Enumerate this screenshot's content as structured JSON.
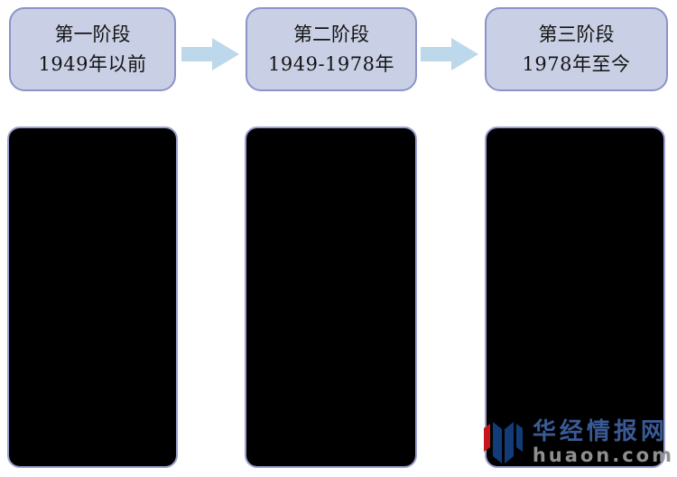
{
  "stages": [
    {
      "title": "第一阶段",
      "subtitle": "1949年以前"
    },
    {
      "title": "第二阶段",
      "subtitle": "1949-1978年"
    },
    {
      "title": "第三阶段",
      "subtitle": "1978年至今"
    }
  ],
  "watermark": {
    "site_name": "华经情报网",
    "domain": "huaon.com"
  },
  "colors": {
    "header_fill": "#c9d0e5",
    "header_border": "#8a94c6",
    "arrow_fill": "#bcd8ea",
    "body_fill": "#000000",
    "body_border": "#9ba0d0",
    "watermark_site": "#3a5a96",
    "watermark_domain": "#8f8f8f",
    "logo_navy": "#123c78",
    "logo_red": "#c8161e"
  }
}
